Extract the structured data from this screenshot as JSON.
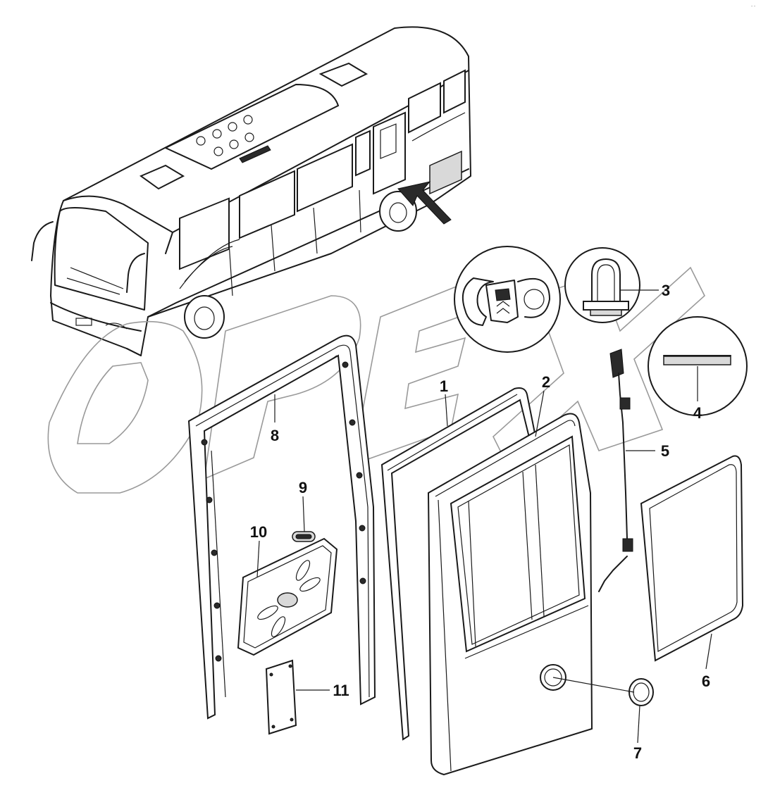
{
  "corner_mark": "ᵔ ᵔ",
  "watermark": "OPEX",
  "parts": [
    {
      "id": "1",
      "label": "1"
    },
    {
      "id": "2",
      "label": "2"
    },
    {
      "id": "3",
      "label": "3"
    },
    {
      "id": "4",
      "label": "4"
    },
    {
      "id": "5",
      "label": "5"
    },
    {
      "id": "6",
      "label": "6"
    },
    {
      "id": "7",
      "label": "7"
    },
    {
      "id": "8",
      "label": "8"
    },
    {
      "id": "9",
      "label": "9"
    },
    {
      "id": "10",
      "label": "10"
    },
    {
      "id": "11",
      "label": "11"
    }
  ],
  "colors": {
    "line": "#1a1a1a",
    "watermark": "#9a9a9a",
    "background": "#ffffff"
  }
}
